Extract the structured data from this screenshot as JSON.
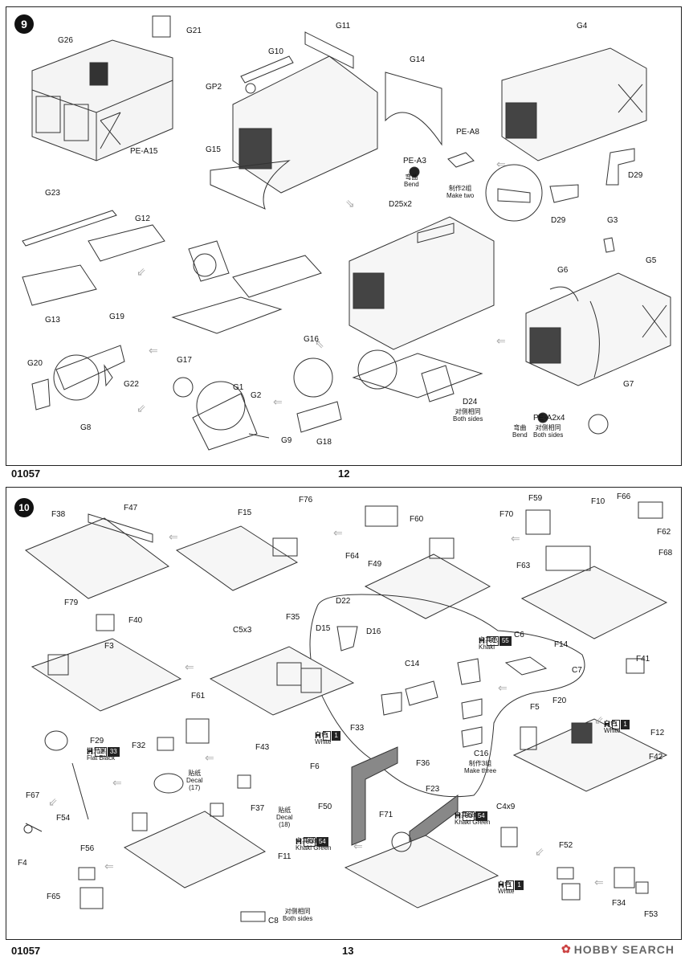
{
  "step9": {
    "number": "9",
    "page_code": "01057",
    "page_number": "12",
    "labels": {
      "g26": "G26",
      "g21": "G21",
      "pe_a15": "PE-A15",
      "g11": "G11",
      "g10": "G10",
      "g14": "G14",
      "gp2": "GP2",
      "g15": "G15",
      "pe_a8": "PE-A8",
      "pe_a3": "PE-A3",
      "bend_cn": "弯曲",
      "bend_en": "Bend",
      "make_two_cn": "制作2组",
      "make_two_en": "Make two",
      "g4": "G4",
      "d29a": "D29",
      "d29b": "D29",
      "g23": "G23",
      "g12": "G12",
      "g13": "G13",
      "d25x2": "D25x2",
      "g3": "G3",
      "g6": "G6",
      "g5": "G5",
      "g19": "G19",
      "g20": "G20",
      "g22": "G22",
      "g8": "G8",
      "g17": "G17",
      "g1": "G1",
      "g2": "G2",
      "g9": "G9",
      "g16": "G16",
      "g18": "G18",
      "d24": "D24",
      "both_sides_cn": "对侧相同",
      "both_sides_en": "Both sides",
      "g7": "G7",
      "pe_a2x4": "PE-A2x4",
      "bend2_cn": "弯曲",
      "bend2_en": "Bend",
      "both2_cn": "对侧相同",
      "both2_en": "Both sides"
    }
  },
  "step10": {
    "number": "10",
    "page_code": "01057",
    "page_number": "13",
    "labels": {
      "f38": "F38",
      "f47": "F47",
      "f15": "F15",
      "f76": "F76",
      "f60": "F60",
      "f59": "F59",
      "f10": "F10",
      "f66": "F66",
      "f70": "F70",
      "f62": "F62",
      "f64": "F64",
      "f49": "F49",
      "f63": "F63",
      "f68": "F68",
      "f35": "F35",
      "d22": "D22",
      "d15": "D15",
      "d16": "D16",
      "f79": "F79",
      "f40": "F40",
      "f3": "F3",
      "c5x3": "C5x3",
      "c14": "C14",
      "c6": "C6",
      "c7": "C7",
      "f14": "F14",
      "f41": "F41",
      "f61": "F61",
      "f20": "F20",
      "f5": "F5",
      "f12": "F12",
      "f29": "F29",
      "f32": "F32",
      "f33": "F33",
      "c16": "C16",
      "make_three_cn": "制作3组",
      "make_three_en": "Make three",
      "f42": "F42",
      "f43": "F43",
      "f6": "F6",
      "f36": "F36",
      "f67": "F67",
      "f54": "F54",
      "f37": "F37",
      "f50": "F50",
      "f71": "F71",
      "f23": "F23",
      "c4x9": "C4x9",
      "f4": "F4",
      "decal_cn1": "贴纸",
      "decal_en1": "Decal",
      "decal_n1": "(17)",
      "decal_cn2": "贴纸",
      "decal_en2": "Decal",
      "decal_n2": "(18)",
      "f11": "F11",
      "f56": "F56",
      "f65": "F65",
      "c8": "C8",
      "both_sides_cn": "对侧相同",
      "both_sides_en": "Both sides",
      "f52": "F52",
      "f34": "F34",
      "f53": "F53"
    },
    "paints": {
      "khaki": {
        "h": "H",
        "code1": "81",
        "code2": "55",
        "cn": "卡其色",
        "en": "Khaki"
      },
      "white1": {
        "h": "H",
        "code1": "1",
        "code2": "1",
        "cn": "白色",
        "en": "White"
      },
      "flat_black": {
        "h": "H",
        "code1": "12",
        "code2": "33",
        "cn": "消光黑",
        "en": "Flat Black"
      },
      "white2": {
        "h": "H",
        "code1": "1",
        "code2": "1",
        "cn": "白色",
        "en": "White"
      },
      "khaki_green1": {
        "h": "H",
        "code1": "80",
        "code2": "54",
        "cn": "卡其绿色",
        "en": "Khaki Green"
      },
      "khaki_green2": {
        "h": "H",
        "code1": "80",
        "code2": "54",
        "cn": "卡其绿色",
        "en": "Khaki Green"
      },
      "white3": {
        "h": "H",
        "code1": "1",
        "code2": "1",
        "cn": "白色",
        "en": "White"
      }
    }
  },
  "watermark": {
    "brand": "HOBBY SEARCH"
  }
}
